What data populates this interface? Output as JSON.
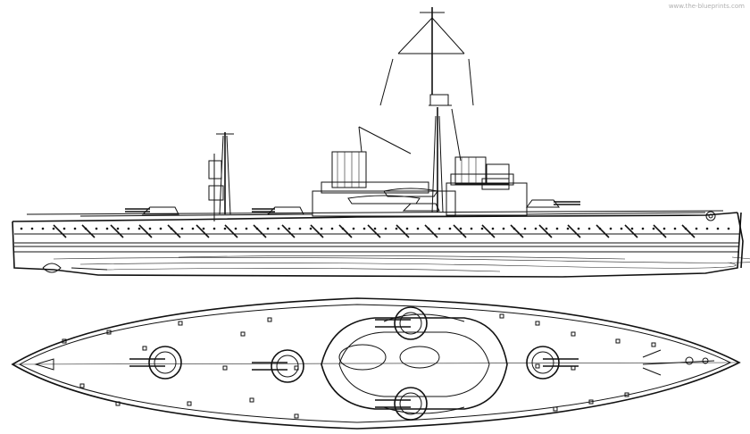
{
  "drawing": {
    "subject": "battleship-plans",
    "views": [
      "side-profile",
      "plan-view"
    ]
  },
  "watermark_text": "www.the-blueprints.com",
  "colors": {
    "ink": "#111111",
    "paper": "#ffffff",
    "watermark": "#b0b0b0"
  }
}
